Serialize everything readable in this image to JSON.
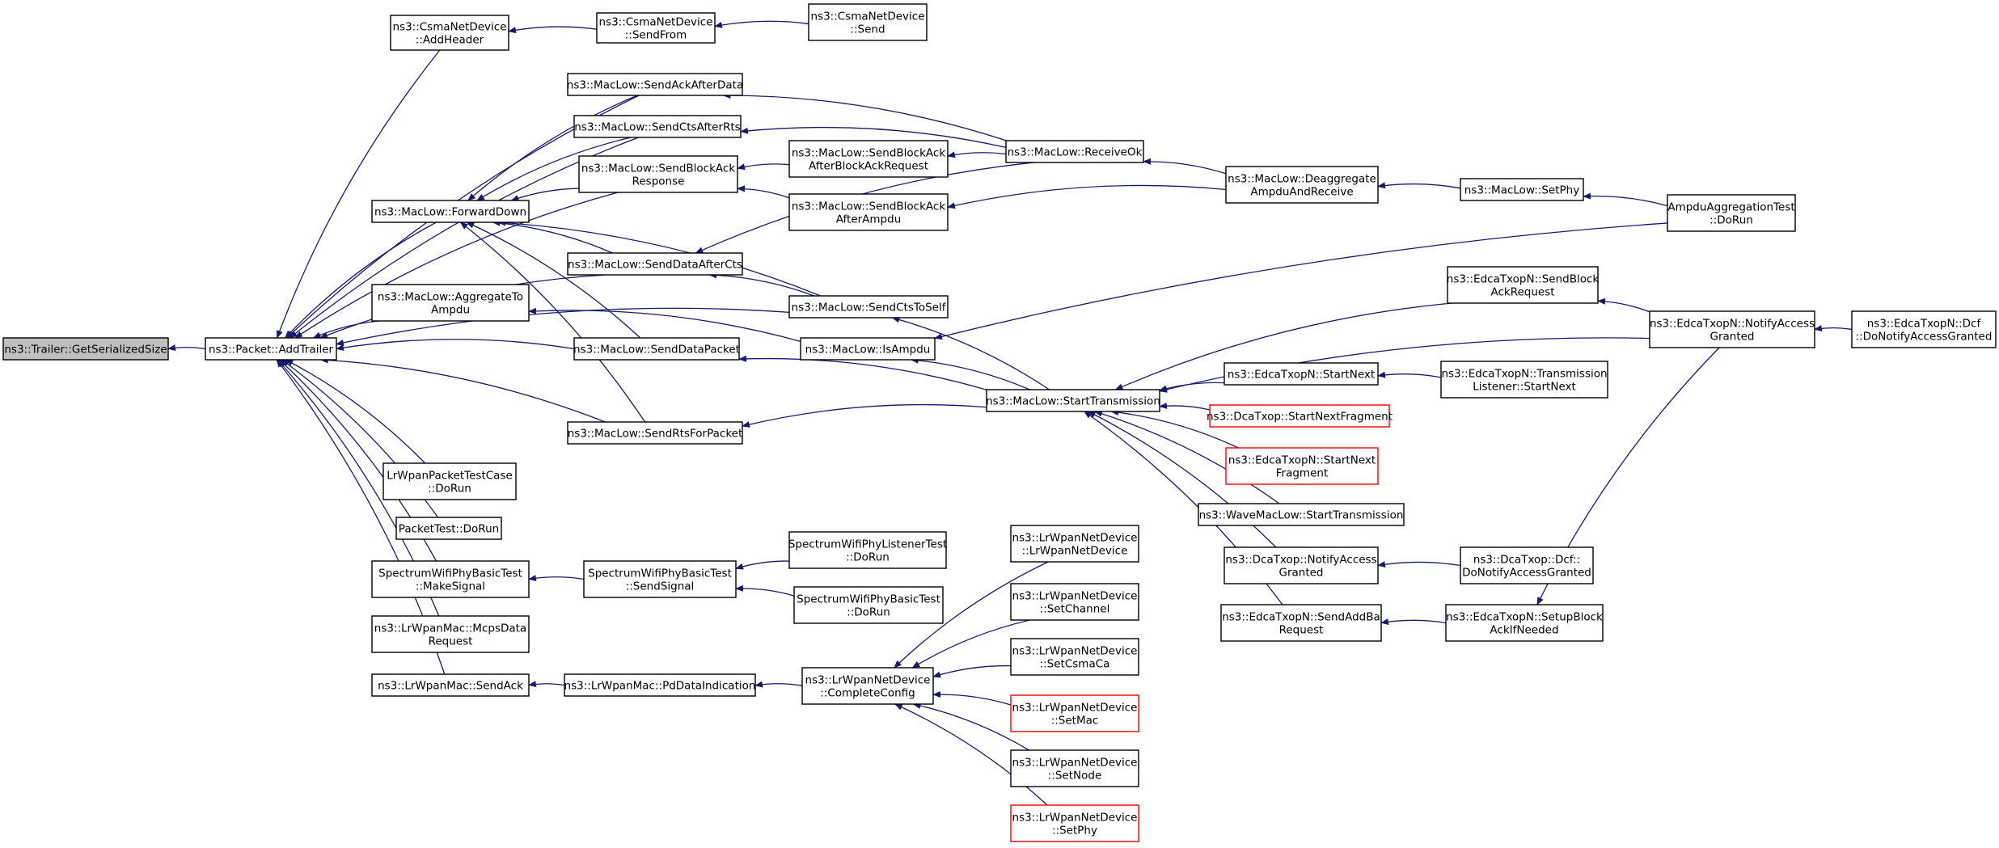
{
  "colors": {
    "edge": "#191970",
    "root_fill": "#bfbfbf",
    "highlight_border": "#ff0000",
    "border": "#000000"
  },
  "nodes": [
    {
      "id": "root",
      "lines": [
        "ns3::Trailer::GetSerializedSize"
      ]
    },
    {
      "id": "addTrailer",
      "lines": [
        "ns3::Packet::AddTrailer"
      ]
    },
    {
      "id": "csmaAddHeader",
      "lines": [
        "ns3::CsmaNetDevice",
        "::AddHeader"
      ]
    },
    {
      "id": "csmaSendFrom",
      "lines": [
        "ns3::CsmaNetDevice",
        "::SendFrom"
      ]
    },
    {
      "id": "csmaSend",
      "lines": [
        "ns3::CsmaNetDevice",
        "::Send"
      ]
    },
    {
      "id": "sendAckAfterData",
      "lines": [
        "ns3::MacLow::SendAckAfterData"
      ]
    },
    {
      "id": "sendCtsAfterRts",
      "lines": [
        "ns3::MacLow::SendCtsAfterRts"
      ]
    },
    {
      "id": "sendBlockAckResponse",
      "lines": [
        "ns3::MacLow::SendBlockAck",
        "Response"
      ]
    },
    {
      "id": "sendBlockAckAfterBAR",
      "lines": [
        "ns3::MacLow::SendBlockAck",
        "AfterBlockAckRequest"
      ]
    },
    {
      "id": "sendBlockAckAfterAmpdu",
      "lines": [
        "ns3::MacLow::SendBlockAck",
        "AfterAmpdu"
      ]
    },
    {
      "id": "receiveOk",
      "lines": [
        "ns3::MacLow::ReceiveOk"
      ]
    },
    {
      "id": "deaggregate",
      "lines": [
        "ns3::MacLow::Deaggregate",
        "AmpduAndReceive"
      ]
    },
    {
      "id": "setPhyMac",
      "lines": [
        "ns3::MacLow::SetPhy"
      ]
    },
    {
      "id": "ampduTest",
      "lines": [
        "AmpduAggregationTest",
        "::DoRun"
      ]
    },
    {
      "id": "forwardDown",
      "lines": [
        "ns3::MacLow::ForwardDown"
      ]
    },
    {
      "id": "sendDataAfterCts",
      "lines": [
        "ns3::MacLow::SendDataAfterCts"
      ]
    },
    {
      "id": "aggregateToAmpdu",
      "lines": [
        "ns3::MacLow::AggregateTo",
        "Ampdu"
      ]
    },
    {
      "id": "sendCtsToSelf",
      "lines": [
        "ns3::MacLow::SendCtsToSelf"
      ]
    },
    {
      "id": "isAmpdu",
      "lines": [
        "ns3::MacLow::IsAmpdu"
      ]
    },
    {
      "id": "sendDataPacket",
      "lines": [
        "ns3::MacLow::SendDataPacket"
      ]
    },
    {
      "id": "startTransmission",
      "lines": [
        "ns3::MacLow::StartTransmission"
      ]
    },
    {
      "id": "sendRtsForPacket",
      "lines": [
        "ns3::MacLow::SendRtsForPacket"
      ]
    },
    {
      "id": "edcaSendBlockAckReq",
      "lines": [
        "ns3::EdcaTxopN::SendBlock",
        "AckRequest"
      ]
    },
    {
      "id": "edcaNotifyAccessGranted",
      "lines": [
        "ns3::EdcaTxopN::NotifyAccess",
        "Granted"
      ]
    },
    {
      "id": "edcaDcfNotify",
      "lines": [
        "ns3::EdcaTxopN::Dcf",
        "::DoNotifyAccessGranted"
      ]
    },
    {
      "id": "edcaStartNext",
      "lines": [
        "ns3::EdcaTxopN::StartNext"
      ]
    },
    {
      "id": "edcaTxListenerStartNext",
      "lines": [
        "ns3::EdcaTxopN::Transmission",
        "Listener::StartNext"
      ]
    },
    {
      "id": "dcaStartNextFragment",
      "lines": [
        "ns3::DcaTxop::StartNextFragment"
      ],
      "red": true
    },
    {
      "id": "edcaStartNextFragment",
      "lines": [
        "ns3::EdcaTxopN::StartNext",
        "Fragment"
      ],
      "red": true
    },
    {
      "id": "waveStartTransmission",
      "lines": [
        "ns3::WaveMacLow::StartTransmission"
      ]
    },
    {
      "id": "dcaNotifyAccessGranted",
      "lines": [
        "ns3::DcaTxop::NotifyAccess",
        "Granted"
      ]
    },
    {
      "id": "dcaDcfNotify",
      "lines": [
        "ns3::DcaTxop::Dcf::",
        "DoNotifyAccessGranted"
      ]
    },
    {
      "id": "edcaSendAddBa",
      "lines": [
        "ns3::EdcaTxopN::SendAddBa",
        "Request"
      ]
    },
    {
      "id": "edcaSetupBlockAck",
      "lines": [
        "ns3::EdcaTxopN::SetupBlock",
        "AckIfNeeded"
      ]
    },
    {
      "id": "lrwpanPacketTest",
      "lines": [
        "LrWpanPacketTestCase",
        "::DoRun"
      ]
    },
    {
      "id": "packetTest",
      "lines": [
        "PacketTest::DoRun"
      ]
    },
    {
      "id": "spectrumMakeSignal",
      "lines": [
        "SpectrumWifiPhyBasicTest",
        "::MakeSignal"
      ]
    },
    {
      "id": "spectrumSendSignal",
      "lines": [
        "SpectrumWifiPhyBasicTest",
        "::SendSignal"
      ]
    },
    {
      "id": "spectrumListenerTest",
      "lines": [
        "SpectrumWifiPhyListenerTest",
        "::DoRun"
      ]
    },
    {
      "id": "spectrumBasicDoRun",
      "lines": [
        "SpectrumWifiPhyBasicTest",
        "::DoRun"
      ]
    },
    {
      "id": "lrwpanMcpsData",
      "lines": [
        "ns3::LrWpanMac::McpsData",
        "Request"
      ]
    },
    {
      "id": "lrwpanSendAck",
      "lines": [
        "ns3::LrWpanMac::SendAck"
      ]
    },
    {
      "id": "lrwpanPdData",
      "lines": [
        "ns3::LrWpanMac::PdDataIndication"
      ]
    },
    {
      "id": "lrwpanCompleteConfig",
      "lines": [
        "ns3::LrWpanNetDevice",
        "::CompleteConfig"
      ]
    },
    {
      "id": "lrwpanNetDevice",
      "lines": [
        "ns3::LrWpanNetDevice",
        "::LrWpanNetDevice"
      ]
    },
    {
      "id": "lrwpanSetChannel",
      "lines": [
        "ns3::LrWpanNetDevice",
        "::SetChannel"
      ]
    },
    {
      "id": "lrwpanSetCsmaCa",
      "lines": [
        "ns3::LrWpanNetDevice",
        "::SetCsmaCa"
      ]
    },
    {
      "id": "lrwpanSetMac",
      "lines": [
        "ns3::LrWpanNetDevice",
        "::SetMac"
      ],
      "red": true
    },
    {
      "id": "lrwpanSetNode",
      "lines": [
        "ns3::LrWpanNetDevice",
        "::SetNode"
      ]
    },
    {
      "id": "lrwpanSetPhy",
      "lines": [
        "ns3::LrWpanNetDevice",
        "::SetPhy"
      ],
      "red": true
    }
  ],
  "edges": [
    [
      "addTrailer",
      "root"
    ],
    [
      "csmaAddHeader",
      "addTrailer"
    ],
    [
      "csmaSendFrom",
      "csmaAddHeader"
    ],
    [
      "csmaSend",
      "csmaSendFrom"
    ],
    [
      "sendAckAfterData",
      "addTrailer"
    ],
    [
      "sendCtsAfterRts",
      "addTrailer"
    ],
    [
      "sendBlockAckResponse",
      "addTrailer"
    ],
    [
      "forwardDown",
      "addTrailer"
    ],
    [
      "sendDataAfterCts",
      "addTrailer"
    ],
    [
      "aggregateToAmpdu",
      "addTrailer"
    ],
    [
      "sendDataPacket",
      "addTrailer"
    ],
    [
      "sendCtsToSelf",
      "addTrailer"
    ],
    [
      "sendRtsForPacket",
      "addTrailer"
    ],
    [
      "lrwpanPacketTest",
      "addTrailer"
    ],
    [
      "packetTest",
      "addTrailer"
    ],
    [
      "spectrumMakeSignal",
      "addTrailer"
    ],
    [
      "lrwpanMcpsData",
      "addTrailer"
    ],
    [
      "lrwpanSendAck",
      "addTrailer"
    ],
    [
      "sendAckAfterData",
      "forwardDown"
    ],
    [
      "sendCtsAfterRts",
      "forwardDown"
    ],
    [
      "sendBlockAckResponse",
      "forwardDown"
    ],
    [
      "sendDataAfterCts",
      "forwardDown"
    ],
    [
      "sendCtsToSelf",
      "forwardDown"
    ],
    [
      "sendDataPacket",
      "forwardDown"
    ],
    [
      "sendRtsForPacket",
      "forwardDown"
    ],
    [
      "receiveOk",
      "sendAckAfterData"
    ],
    [
      "receiveOk",
      "sendCtsAfterRts"
    ],
    [
      "sendBlockAckAfterBAR",
      "sendBlockAckResponse"
    ],
    [
      "sendBlockAckAfterAmpdu",
      "sendBlockAckResponse"
    ],
    [
      "receiveOk",
      "sendBlockAckAfterBAR"
    ],
    [
      "deaggregate",
      "sendBlockAckAfterAmpdu"
    ],
    [
      "deaggregate",
      "receiveOk"
    ],
    [
      "setPhyMac",
      "deaggregate"
    ],
    [
      "ampduTest",
      "setPhyMac"
    ],
    [
      "receiveOk",
      "sendDataAfterCts"
    ],
    [
      "sendCtsToSelf",
      "sendDataAfterCts"
    ],
    [
      "isAmpdu",
      "aggregateToAmpdu"
    ],
    [
      "ampduTest",
      "isAmpdu"
    ],
    [
      "startTransmission",
      "isAmpdu"
    ],
    [
      "startTransmission",
      "sendCtsToSelf"
    ],
    [
      "startTransmission",
      "sendDataPacket"
    ],
    [
      "startTransmission",
      "sendRtsForPacket"
    ],
    [
      "edcaSendBlockAckReq",
      "startTransmission"
    ],
    [
      "edcaNotifyAccessGranted",
      "startTransmission"
    ],
    [
      "edcaStartNext",
      "startTransmission"
    ],
    [
      "dcaStartNextFragment",
      "startTransmission"
    ],
    [
      "edcaStartNextFragment",
      "startTransmission"
    ],
    [
      "waveStartTransmission",
      "startTransmission"
    ],
    [
      "dcaNotifyAccessGranted",
      "startTransmission"
    ],
    [
      "edcaSendAddBa",
      "startTransmission"
    ],
    [
      "edcaNotifyAccessGranted",
      "edcaSendBlockAckReq"
    ],
    [
      "edcaDcfNotify",
      "edcaNotifyAccessGranted"
    ],
    [
      "edcaTxListenerStartNext",
      "edcaStartNext"
    ],
    [
      "dcaDcfNotify",
      "dcaNotifyAccessGranted"
    ],
    [
      "edcaSetupBlockAck",
      "edcaSendAddBa"
    ],
    [
      "edcaNotifyAccessGranted",
      "edcaSetupBlockAck"
    ],
    [
      "spectrumSendSignal",
      "spectrumMakeSignal"
    ],
    [
      "spectrumListenerTest",
      "spectrumSendSignal"
    ],
    [
      "spectrumBasicDoRun",
      "spectrumSendSignal"
    ],
    [
      "lrwpanPdData",
      "lrwpanSendAck"
    ],
    [
      "lrwpanCompleteConfig",
      "lrwpanPdData"
    ],
    [
      "lrwpanNetDevice",
      "lrwpanCompleteConfig"
    ],
    [
      "lrwpanSetChannel",
      "lrwpanCompleteConfig"
    ],
    [
      "lrwpanSetCsmaCa",
      "lrwpanCompleteConfig"
    ],
    [
      "lrwpanSetMac",
      "lrwpanCompleteConfig"
    ],
    [
      "lrwpanSetNode",
      "lrwpanCompleteConfig"
    ],
    [
      "lrwpanSetPhy",
      "lrwpanCompleteConfig"
    ]
  ]
}
